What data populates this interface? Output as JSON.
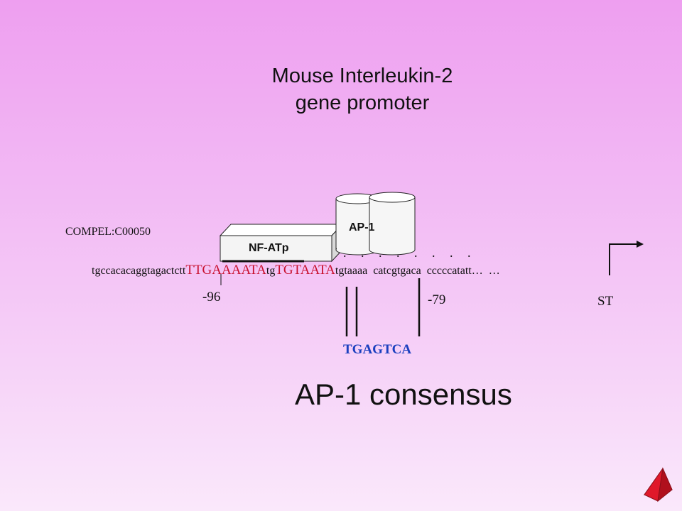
{
  "title": {
    "line1": "Mouse Interleukin-2",
    "line2": "gene promoter"
  },
  "compel_id": "COMPEL:C00050",
  "sequence": {
    "prefix": "tgccacacaggtagactctt",
    "site1": "TTGAAAATA",
    "linker": "tg",
    "site2": "TGTAATA",
    "suffix": "tgtaaaa  catcgtgaca  cccccatatt…  …"
  },
  "positions": {
    "left": "-96",
    "right": "-79"
  },
  "factors": {
    "nfat": "NF-ATp",
    "ap1": "AP-1"
  },
  "dots": ". . . . . . . .",
  "start_label": "ST",
  "consensus": {
    "sequence": "TGAGTCA",
    "label": "AP-1 consensus"
  },
  "colors": {
    "site": "#c8102e",
    "consensus": "#1a3fbf",
    "nav_arrow": "#e0182a"
  },
  "nav": {
    "icon": "triangle-nav-icon"
  }
}
